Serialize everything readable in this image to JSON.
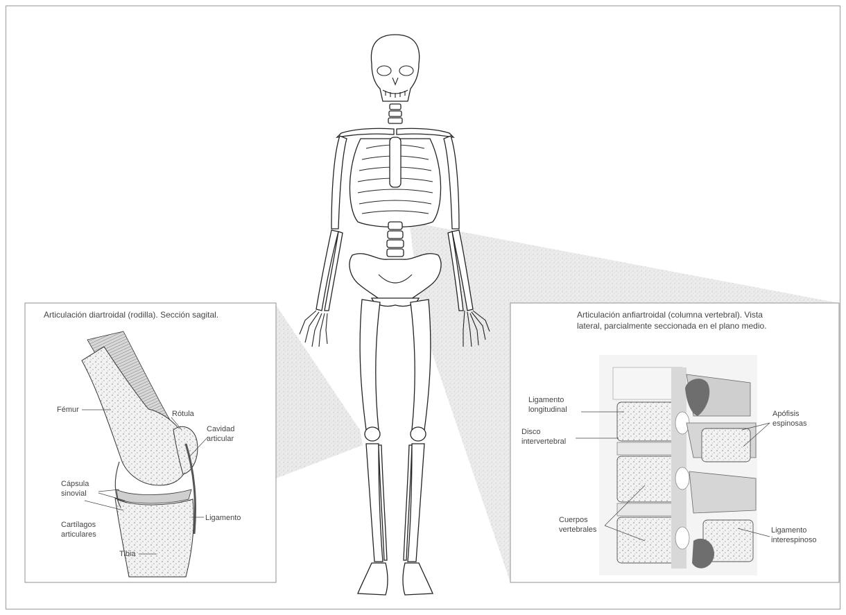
{
  "knee_panel": {
    "caption": "Articulación diartroidal (rodilla). Sección sagital.",
    "labels": {
      "femur": "Fémur",
      "rotula": "Rótula",
      "cavidad_1": "Cavidad",
      "cavidad_2": "articular",
      "capsula_1": "Cápsula",
      "capsula_2": "sinovial",
      "cartilagos_1": "Cartílagos",
      "cartilagos_2": "articulares",
      "ligamento": "Ligamento",
      "tibia": "Tibia"
    }
  },
  "spine_panel": {
    "caption_line1": "Articulación anfiartroidal (columna vertebral). Vista",
    "caption_line2": "lateral, parcialmente seccionada en el plano medio.",
    "labels": {
      "lig_long_1": "Ligamento",
      "lig_long_2": "longitudinal",
      "disco_1": "Disco",
      "disco_2": "intervertebral",
      "apofisis_1": "Apófisis",
      "apofisis_2": "espinosas",
      "cuerpos_1": "Cuerpos",
      "cuerpos_2": "vertebrales",
      "lig_inter_1": "Ligamento",
      "lig_inter_2": "interespinoso"
    }
  },
  "colors": {
    "frame_border": "#9a9a9a",
    "panel_border": "#8f8f8f",
    "callout_shade": "#d9d9d9",
    "line_art": "#222222"
  }
}
